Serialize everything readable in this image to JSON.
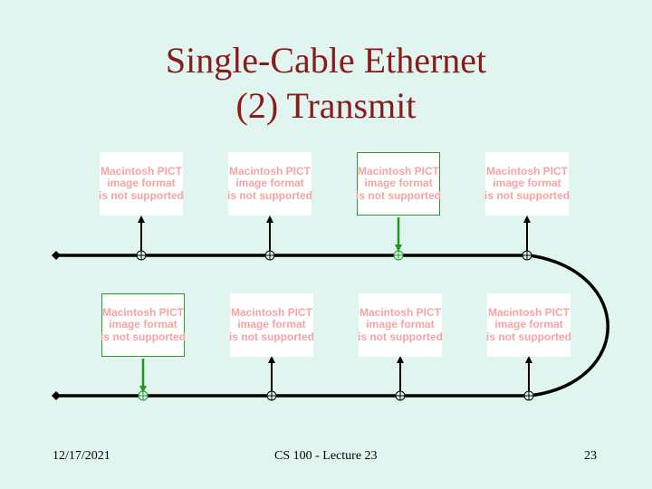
{
  "slide": {
    "title_line1": "Single-Cable Ethernet",
    "title_line2": "(2) Transmit",
    "footer_date": "12/17/2021",
    "footer_course": "CS 100 - Lecture 23",
    "footer_page": "23"
  },
  "placeholder_text": {
    "line1": "Macintosh PICT",
    "line2": "image format",
    "line3": "is not supported"
  },
  "colors": {
    "background": "#e0f5f0",
    "title": "#8b1a1a",
    "placeholder_text": "#f5a3a3",
    "cable": "#000000",
    "transmit_arrow": "#1f9a1f"
  },
  "hosts": {
    "top_row": [
      {
        "transmitting": false
      },
      {
        "transmitting": false
      },
      {
        "transmitting": true
      },
      {
        "transmitting": false
      }
    ],
    "bottom_row": [
      {
        "transmitting": true
      },
      {
        "transmitting": false
      },
      {
        "transmitting": false
      },
      {
        "transmitting": false
      }
    ]
  }
}
